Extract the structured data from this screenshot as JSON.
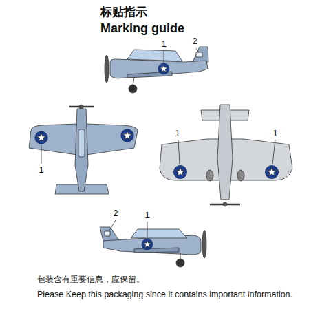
{
  "diagram": {
    "title": "标贴指示",
    "labels": [
      "Marking guide",
      "1",
      "2",
      "1",
      "1",
      "1",
      "2",
      "1",
      "包装含有重要信息，应保留。",
      "Please Keep this packaging since it contains important information."
    ]
  }
}
